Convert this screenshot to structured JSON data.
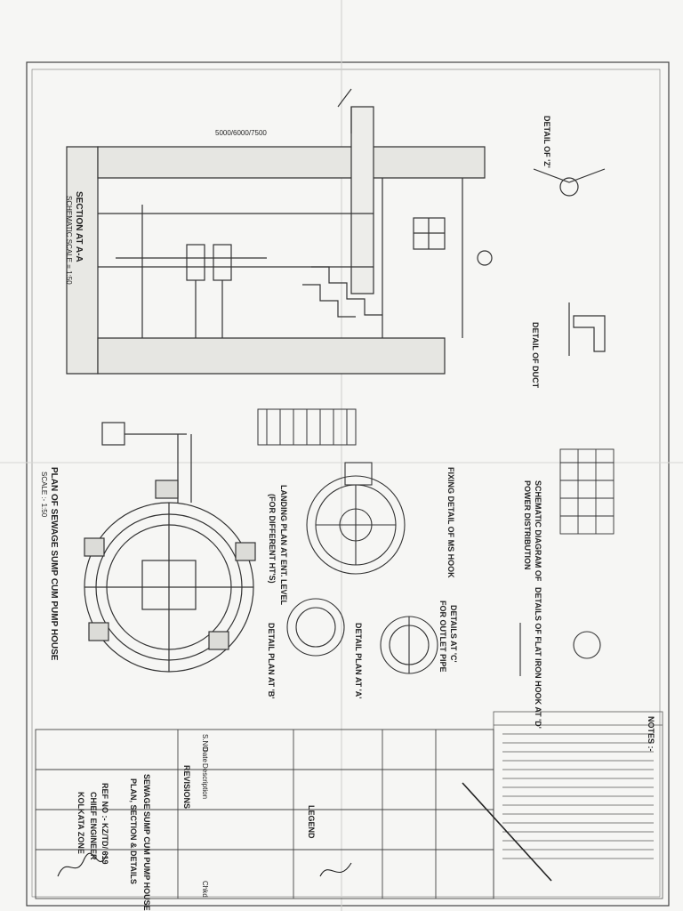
{
  "sheet": {
    "section_title": "SECTION AT A-A",
    "section_scale": "SCHEMATIC SCALE = 1:50",
    "plan_title": "PLAN OF SEWAGE SUMP CUM PUMP HOUSE",
    "plan_scale": "SCALE :- 1:50",
    "landing_plan_title": "LANDING PLAN AT ENT. LEVEL",
    "landing_plan_subtitle": "(FOR DIFFERENT HT'S)",
    "detail_plan_b": "DETAIL PLAN AT 'B'",
    "detail_plan_a": "DETAIL PLAN AT 'A'",
    "details_c": "DETAILS AT 'C'",
    "details_c_sub": "FOR OUTLET PIPE",
    "flat_iron_hook": "DETAILS OF FLAT IRON HOOK AT 'D'",
    "power_title": "SCHEMATIC DIAGRAM OF",
    "power_title2": "POWER DISTRIBUTION",
    "detail_duct": "DETAIL OF DUCT",
    "detail_z": "DETAIL OF 'Z'",
    "fixing_detail": "FIXING DETAIL OF MS HOOK",
    "dimension_label": "5000/6000/7500",
    "notes_heading": "NOTES :-",
    "title_block": {
      "project": "SEWAGE SUMP CUM PUMP HOUSE",
      "drawing": "PLAN, SECTION & DETAILS",
      "office": "CHIEF ENGINEER",
      "zone": "KOLKATA ZONE",
      "ref": "REF NO :- KZ/TD/ 619",
      "revisions": "REVISIONS",
      "col_sno": "S.NO",
      "col_date": "Date",
      "col_desc": "Description",
      "col_chkd": "Chkd",
      "legend": "LEGEND"
    }
  }
}
